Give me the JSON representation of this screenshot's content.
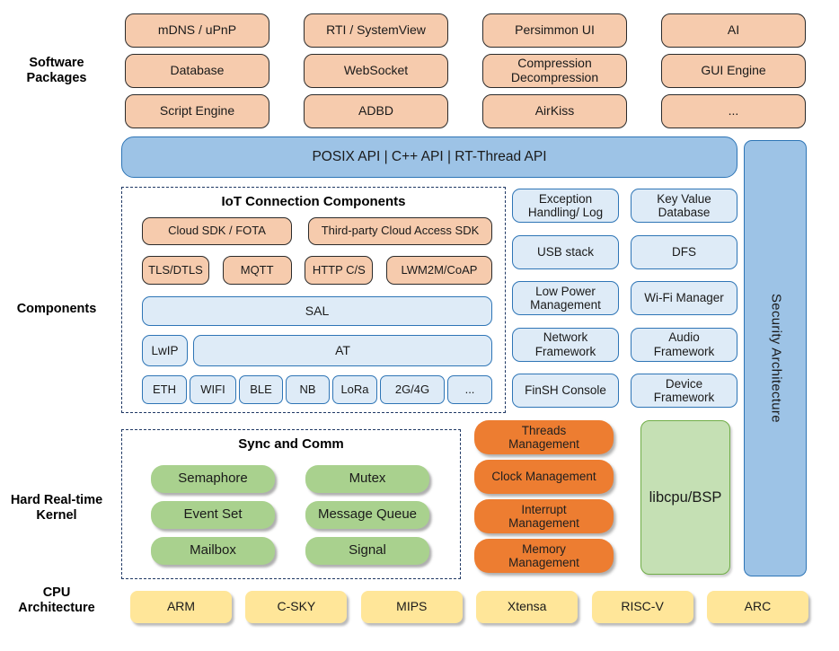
{
  "section_labels": {
    "software_packages": "Software\nPackages",
    "components": "Components",
    "kernel": "Hard Real-time\nKernel",
    "cpu": "CPU\nArchitecture"
  },
  "software_packages": [
    "mDNS / uPnP",
    "RTI / SystemView",
    "Persimmon UI",
    "AI",
    "Database",
    "WebSocket",
    "Compression Decompression",
    "GUI Engine",
    "Script Engine",
    "ADBD",
    "AirKiss",
    "..."
  ],
  "api_bar": "POSIX API | C++ API | RT-Thread API",
  "iot": {
    "title": "IoT Connection Components",
    "cloud_sdk": "Cloud SDK / FOTA",
    "third_party": "Third-party Cloud Access SDK",
    "protocols": [
      "TLS/DTLS",
      "MQTT",
      "HTTP C/S",
      "LWM2M/CoAP"
    ],
    "sal": "SAL",
    "lwip": "LwIP",
    "at": "AT",
    "links": [
      "ETH",
      "WIFI",
      "BLE",
      "NB",
      "LoRa",
      "2G/4G",
      "..."
    ]
  },
  "components": [
    "Exception Handling/ Log",
    "Key Value Database",
    "USB stack",
    "DFS",
    "Low Power Management",
    "Wi-Fi Manager",
    "Network Framework",
    "Audio Framework",
    "FinSH Console",
    "Device Framework"
  ],
  "security_bar": "Security Architecture",
  "kernel": {
    "sync_title": "Sync and Comm",
    "sync_items": [
      "Semaphore",
      "Mutex",
      "Event Set",
      "Message Queue",
      "Mailbox",
      "Signal"
    ],
    "management": [
      "Threads Management",
      "Clock Management",
      "Interrupt Management",
      "Memory Management"
    ],
    "libcpu": "libcpu/BSP"
  },
  "cpu_architectures": [
    "ARM",
    "C-SKY",
    "MIPS",
    "Xtensa",
    "RISC-V",
    "ARC"
  ],
  "colors": {
    "package_fill": "#F6CBAD",
    "package_border": "#2B2B2B",
    "api_fill": "#9DC3E6",
    "api_border": "#2E75B6",
    "blue_fill": "#DEEBF7",
    "blue_border": "#2E75B6",
    "dash_border": "#1F3864",
    "sync_fill": "#A9D18E",
    "mgmt_fill": "#ED7D31",
    "libcpu_fill": "#C5E0B4",
    "libcpu_border": "#70AD47",
    "cpu_fill": "#FFE699"
  }
}
